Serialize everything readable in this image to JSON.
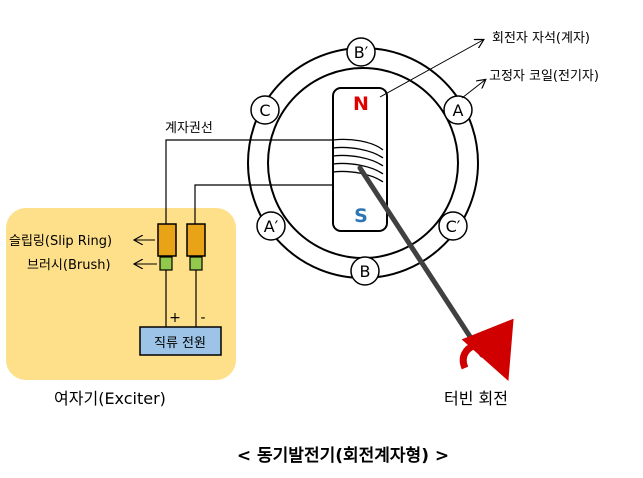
{
  "title": "< 동기발전기(회전계자형) >",
  "stator_poles": [
    {
      "id": "B_prime",
      "label": "B′"
    },
    {
      "id": "C",
      "label": "C"
    },
    {
      "id": "A",
      "label": "A"
    },
    {
      "id": "A_prime",
      "label": "A′"
    },
    {
      "id": "C_prime",
      "label": "C′"
    },
    {
      "id": "B",
      "label": "B"
    }
  ],
  "rotor": {
    "north_label": "N",
    "south_label": "S"
  },
  "labels": {
    "rotor_magnet": "회전자 자석(계자)",
    "stator_coil": "고정자 코일(전기자)",
    "field_winding": "계자권선",
    "slip_ring": "슬립링(Slip  Ring)",
    "brush": "브러시(Brush)",
    "plus": "+",
    "minus": "-",
    "dc_source": "직류 전원",
    "exciter": "여자기(Exciter)",
    "turbine": "터빈 회전"
  },
  "colors": {
    "exciter_bg": "#FFE08A",
    "slip_ring_fill": "#E8A317",
    "brush_fill": "#92C84C",
    "dc_box_fill": "#9DC3E6",
    "north": "#E00000",
    "south": "#2E75B6",
    "turbine_arrow": "#D00000"
  }
}
